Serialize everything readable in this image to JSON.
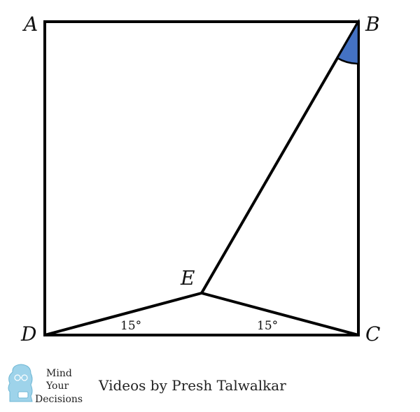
{
  "diagram": {
    "vertices": {
      "A": "A",
      "B": "B",
      "C": "C",
      "D": "D",
      "E": "E"
    },
    "angles": {
      "left": "15°",
      "right": "15°"
    },
    "marked_angle_color": "#4472C4"
  },
  "footer": {
    "logo_icon": "mind-your-decisions-logo-icon",
    "brand_line1": "Mind",
    "brand_line2": "Your",
    "brand_line3": "Decisions",
    "credit": "Videos by Presh Talwalkar"
  }
}
